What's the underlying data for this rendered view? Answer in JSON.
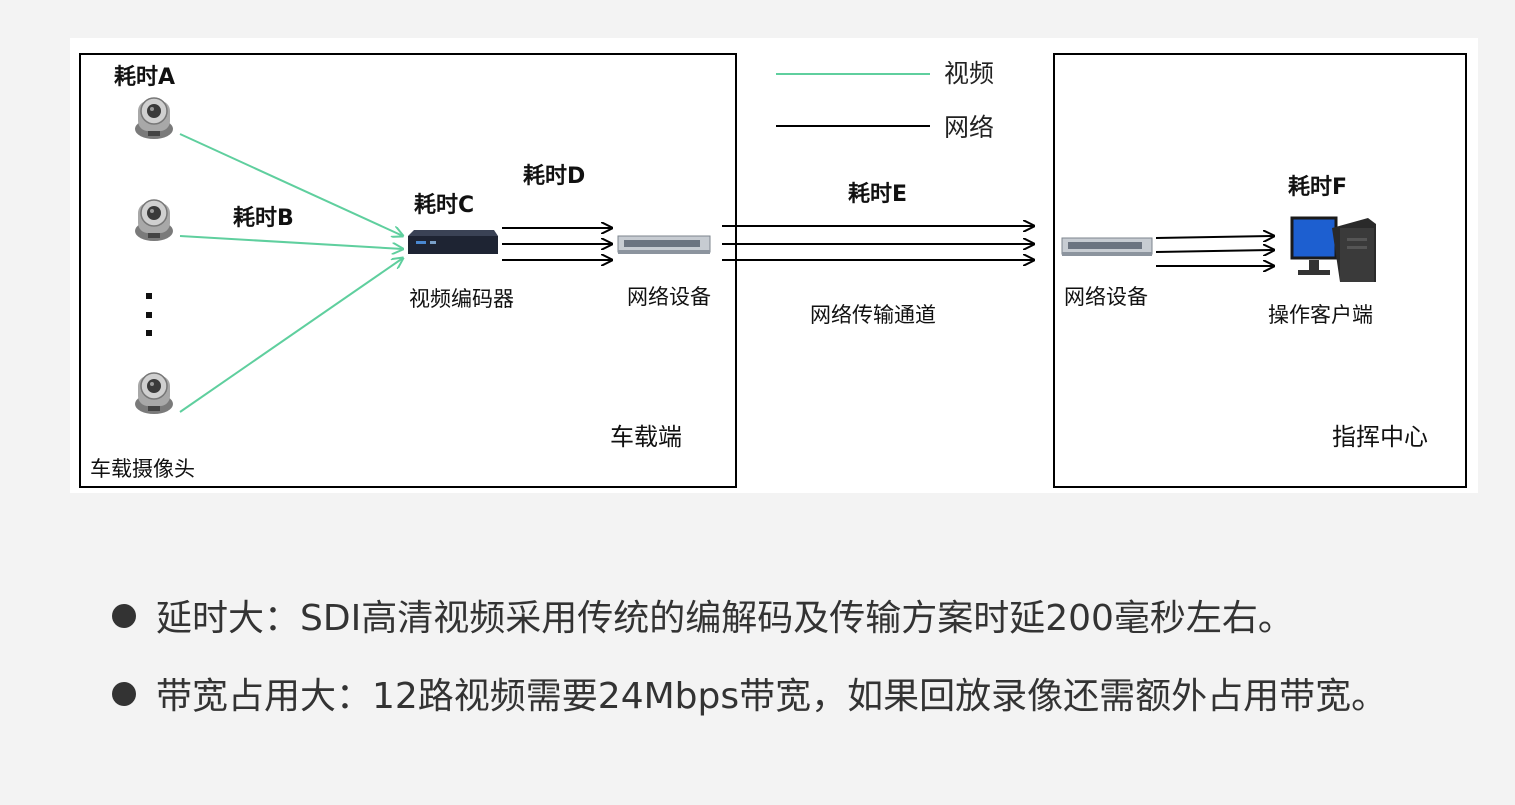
{
  "diagram": {
    "legend": {
      "video": "视频",
      "network": "网络"
    },
    "timings": {
      "a": "耗时A",
      "b": "耗时B",
      "c": "耗时C",
      "d": "耗时D",
      "e": "耗时E",
      "f": "耗时F"
    },
    "labels": {
      "camera": "车载摄像头",
      "encoder": "视频编码器",
      "network_device_left": "网络设备",
      "channel": "网络传输通道",
      "network_device_right": "网络设备",
      "client": "操作客户端",
      "vehicle_end": "车载端",
      "command_center": "指挥中心"
    },
    "colors": {
      "video": "#5fcf9e",
      "network": "#000000"
    }
  },
  "bullets": [
    "延时大：SDI高清视频采用传统的编解码及传输方案时延200毫秒左右。",
    "带宽占用大：12路视频需要24Mbps带宽，如果回放录像还需额外占用带宽。"
  ]
}
